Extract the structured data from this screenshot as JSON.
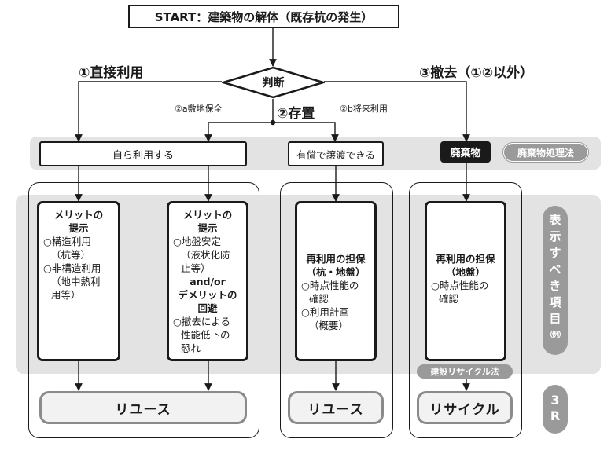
{
  "start": "START：建築物の解体（既存杭の発生）",
  "decision": "判断",
  "branches": {
    "direct_use": "①直接利用",
    "keep": "②存置",
    "keep_a": "②a敷地保全",
    "keep_b": "②b将来利用",
    "remove": "③撤去（①②以外）"
  },
  "row_boxes": {
    "self_use": "自ら利用する",
    "transfer": "有償で譲渡できる",
    "waste": "廃棄物",
    "waste_law": "廃棄物処理法"
  },
  "side_labels": {
    "items": [
      "表",
      "示",
      "す",
      "べ",
      "き",
      "項",
      "目",
      "（例）"
    ],
    "three_r": [
      "3",
      "R"
    ]
  },
  "panels": {
    "p1": {
      "title": [
        "メリットの",
        "提示"
      ],
      "lines": [
        "○構造利用",
        "（杭等）",
        "○非構造利用",
        "（地中熱利",
        "用等）"
      ]
    },
    "p2": {
      "title": [
        "メリットの",
        "提示"
      ],
      "lines": [
        "○地盤安定",
        "（液状化防",
        "止等）"
      ],
      "connector": "and/or",
      "title2": [
        "デメリットの",
        "回避"
      ],
      "lines2": [
        "○撤去による",
        "性能低下の",
        "恐れ"
      ]
    },
    "p3": {
      "title": [
        "再利用の担保",
        "（杭・地盤）"
      ],
      "lines": [
        "○時点性能の",
        "確認",
        "○利用計画",
        "（概要）"
      ]
    },
    "p4": {
      "title": [
        "再利用の担保",
        "（地盤）"
      ],
      "lines": [
        "○時点性能の",
        "確認"
      ]
    }
  },
  "recycle_law": "建設リサイクル法",
  "results": {
    "reuse_1": "リユース",
    "reuse_2": "リユース",
    "recycle": "リサイクル"
  },
  "colors": {
    "band": "#e3e3e3",
    "dark": "#1a1a1a",
    "pill": "#9a9a9a",
    "result_border": "#8a8a8a"
  }
}
